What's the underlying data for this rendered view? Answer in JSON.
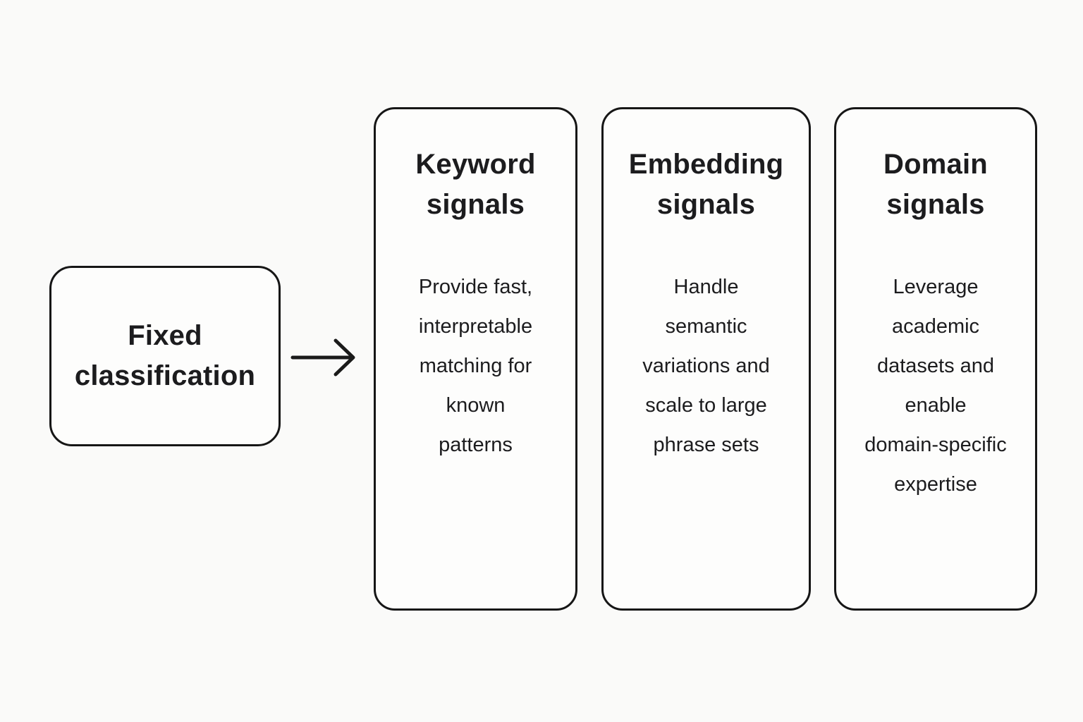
{
  "diagram": {
    "source": {
      "label": "Fixed\nclassification"
    },
    "connector": {
      "type": "arrow-right",
      "color": "#1a1a1a"
    },
    "cards": [
      {
        "title": "Keyword\nsignals",
        "body": "Provide fast,\ninterpretable\nmatching for\nknown\npatterns"
      },
      {
        "title": "Embedding\nsignals",
        "body": "Handle\nsemantic\nvariations and\nscale to large\nphrase sets"
      },
      {
        "title": "Domain\nsignals",
        "body": "Leverage\nacademic\ndatasets and\nenable\ndomain-specific\nexpertise"
      }
    ],
    "colors": {
      "background": "#fafaf9",
      "node_fill": "#fdfdfc",
      "node_border": "#161616",
      "text": "#1c1c1e"
    }
  }
}
